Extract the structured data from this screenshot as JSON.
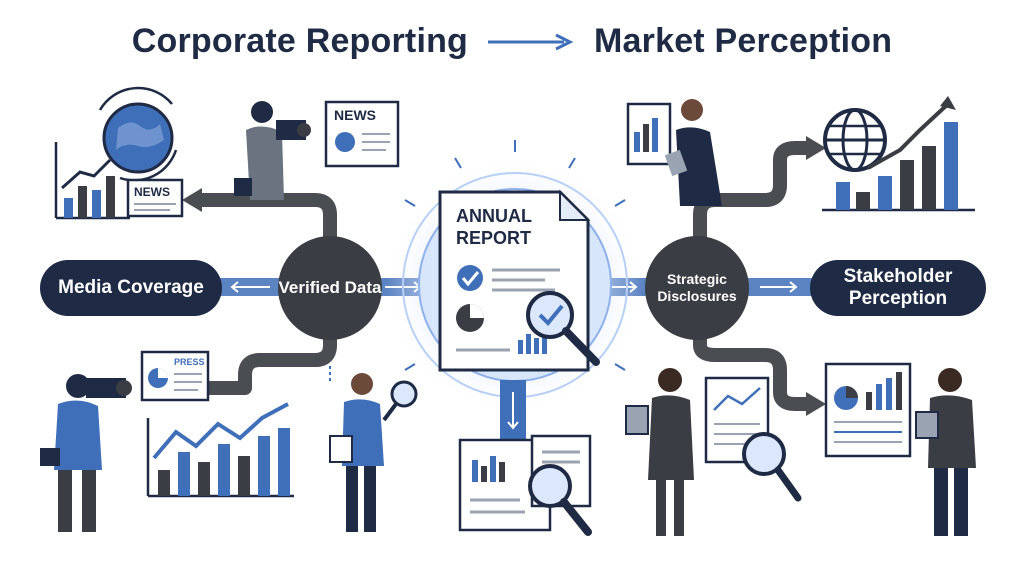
{
  "title": {
    "left": "Corporate Reporting",
    "right": "Market Perception"
  },
  "nodes": {
    "media_coverage": "Media Coverage",
    "verified_data": "Verified Data",
    "annual_report_line1": "ANNUAL",
    "annual_report_line2": "REPORT",
    "strategic_disclosures": "Strategic Disclosures",
    "stakeholder_perception": "Stakeholder Perception"
  },
  "labels": {
    "news_top": "NEWS",
    "news_left": "NEWS",
    "press": "PRESS"
  },
  "colors": {
    "navy": "#1f2a44",
    "hub_gray": "#3a3d43",
    "accent_blue": "#3f6fb8",
    "glow_blue": "#cfe0fb",
    "line_gray": "#4a4d52"
  }
}
